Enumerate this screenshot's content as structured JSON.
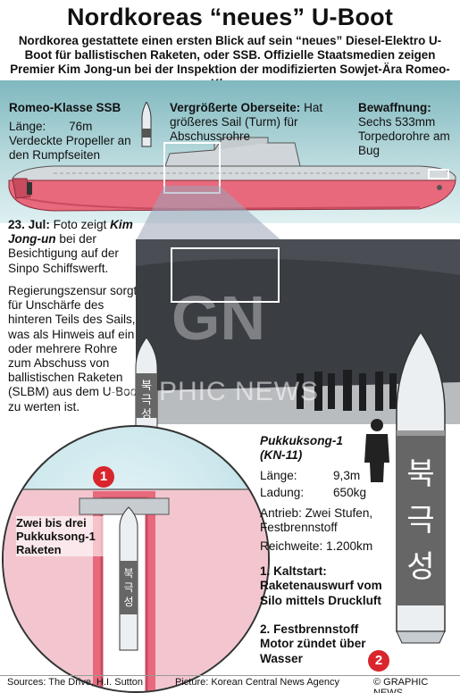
{
  "header": {
    "title": "Nordkoreas “neues” U-Boot",
    "subtitle": "Nordkorea gestattete einen ersten Blick auf sein “neues” Diesel-Elektro U-Boot für ballistischen Raketen, oder SSB. Offizielle Staatsmedien zeigen Premier Kim Jong-un bei der Inspektion der modifizierten Sowjet-Ära Romeo-Klasse"
  },
  "sub": {
    "class_title": "Romeo-Klasse SSB",
    "length_label": "Länge:",
    "length_value": "76m",
    "propeller_note": "Verdeckte Propeller an den Rumpfseiten",
    "sail_title": "Vergrößerte Oberseite:",
    "sail_text": "Hat größeres Sail (Turm) für Abschussrohre",
    "arm_title": "Bewaffnung:",
    "arm_text": "Sechs 533mm Torpedorohre am Bug"
  },
  "story": {
    "date": "23. Jul:",
    "photo_text_a": "Foto zeigt",
    "person": "Kim Jong-un",
    "photo_text_b": "bei der Besichtigung auf der Sinpo Schiffswerft.",
    "censor_text": "Regierungszensur sorgt für Unschärfe des hinteren Teils des Sails, was als Hinweis auf ein oder mehrere Rohre zum Abschuss von ballistischen Raketen (SLBM) aus dem U-Boot zu werten ist."
  },
  "missile": {
    "hangul": [
      "북",
      "극",
      "성"
    ],
    "name": "Pukkuksong-1",
    "code": "(KN-11)",
    "specs": [
      {
        "label": "Länge:",
        "value": "9,3m"
      },
      {
        "label": "Ladung:",
        "value": "650kg"
      }
    ],
    "drive": "Antrieb: Zwei Stufen, Festbrennstoff",
    "range": "Reichweite: 1.200km",
    "steps": [
      "1. Kaltstart: Raketenauswurf vom Silo mittels Druckluft",
      "2. Festbrennstoff Motor zündet über Wasser"
    ],
    "silo_label": "Zwei bis drei Pukkuksong-1 Raketen"
  },
  "badges": [
    "1",
    "2"
  ],
  "watermark": {
    "logo": "GN",
    "text": "GRAPHIC NEWS"
  },
  "footer": {
    "sources": "Sources: The Drive, H.I. Sutton",
    "picture": "Picture: Korean Central News Agency",
    "copyright": "© GRAPHIC NEWS"
  },
  "colors": {
    "hull": "#e8697c",
    "hull_dark": "#c84b60",
    "deck": "#cfd5d8",
    "badge": "#d8262c",
    "sea": "#9fd0d8"
  }
}
